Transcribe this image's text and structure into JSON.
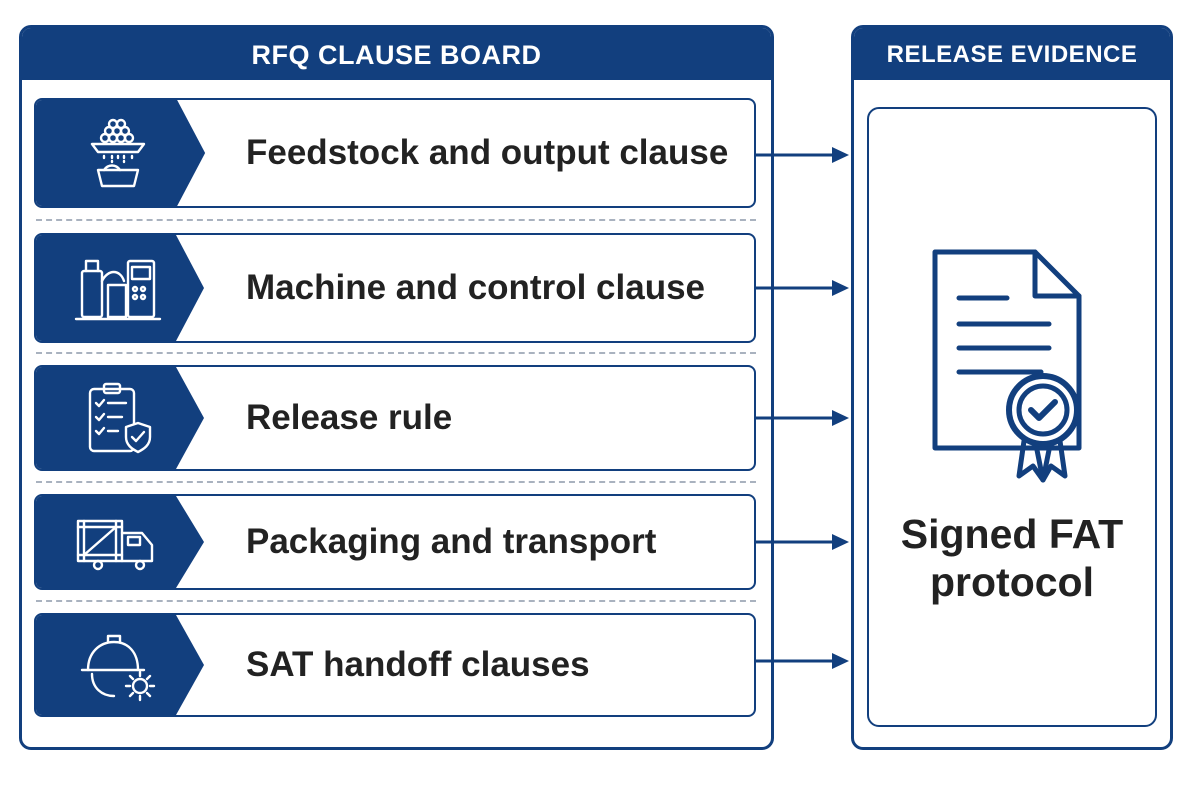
{
  "board": {
    "title": "RFQ CLAUSE BOARD",
    "rows": [
      {
        "label": "Feedstock and output clause",
        "icon": "feedstock-hopper-icon"
      },
      {
        "label": "Machine and control clause",
        "icon": "machine-control-icon"
      },
      {
        "label": "Release rule",
        "icon": "checklist-shield-icon"
      },
      {
        "label": "Packaging and transport",
        "icon": "crate-truck-icon"
      },
      {
        "label": "SAT handoff clauses",
        "icon": "hardhat-gear-icon"
      }
    ]
  },
  "evidence": {
    "title": "RELEASE EVIDENCE",
    "label": "Signed FAT\nprotocol",
    "icon": "signed-document-icon"
  },
  "colors": {
    "brand_navy": "#123f7e",
    "separator": "#a9b2bf",
    "text": "#222222"
  }
}
